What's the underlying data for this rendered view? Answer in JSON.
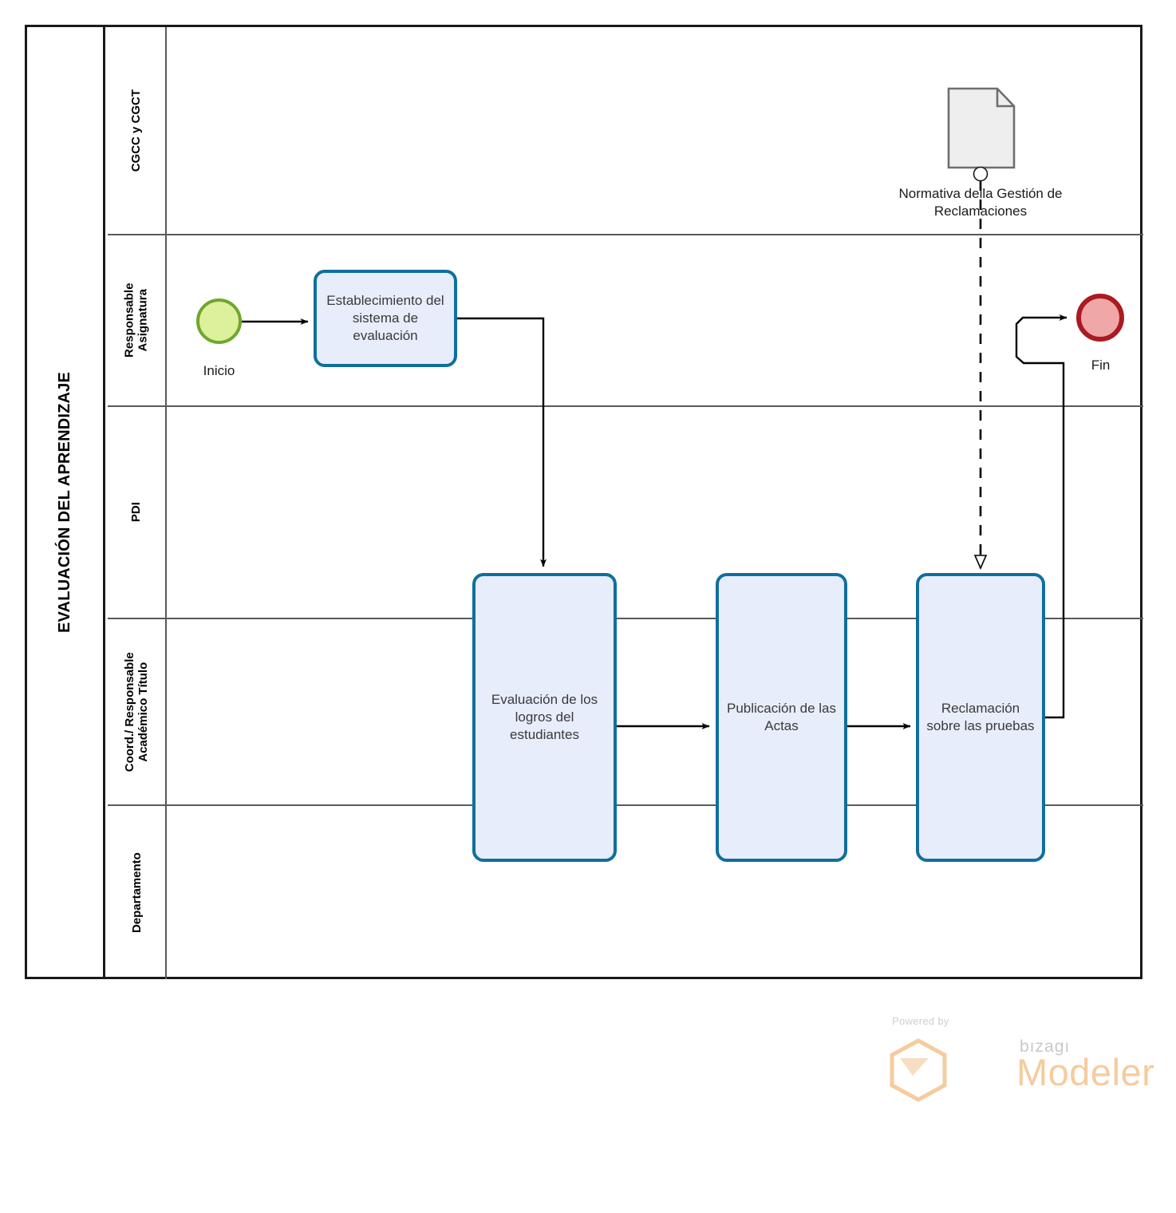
{
  "pool": {
    "title": "EVALUACIÓN DEL APRENDIZAJE",
    "lanes": [
      {
        "id": "cgcc",
        "label": "CGCC y CGCT"
      },
      {
        "id": "responsable-asignatura",
        "label_line1": "Responsable",
        "label_line2": "Asignatura"
      },
      {
        "id": "pdi",
        "label": "PDI"
      },
      {
        "id": "coord",
        "label_line1": "Coord./ Responsable",
        "label_line2": "Académico Título"
      },
      {
        "id": "departamento",
        "label": "Departamento"
      }
    ]
  },
  "events": {
    "start": {
      "name": "Inicio",
      "fill": "#ddf09c",
      "stroke": "#6fa72d"
    },
    "end": {
      "name": "Fin",
      "fill": "#f0a7a7",
      "stroke": "#ab1a21"
    }
  },
  "tasks": [
    {
      "id": "establecimiento",
      "label": "Establecimiento del sistema de evaluación",
      "lane": "responsable-asignatura"
    },
    {
      "id": "evaluacion-logros",
      "label": "Evaluación de los logros del estudiantes",
      "lane": "coord"
    },
    {
      "id": "publicacion-actas",
      "label": "Publicación de las Actas",
      "lane": "coord"
    },
    {
      "id": "reclamacion-pruebas",
      "label": "Reclamación sobre las pruebas",
      "lane": "coord"
    }
  ],
  "artifacts": [
    {
      "id": "normativa",
      "type": "data-object",
      "label": "Normativa della Gestión de Reclamaciones",
      "lane": "cgcc"
    }
  ],
  "flows": [
    {
      "from": "start",
      "to": "establecimiento",
      "type": "sequence"
    },
    {
      "from": "establecimiento",
      "to": "evaluacion-logros",
      "type": "sequence"
    },
    {
      "from": "evaluacion-logros",
      "to": "publicacion-actas",
      "type": "sequence"
    },
    {
      "from": "publicacion-actas",
      "to": "reclamacion-pruebas",
      "type": "sequence"
    },
    {
      "from": "reclamacion-pruebas",
      "to": "end",
      "type": "sequence"
    },
    {
      "from": "normativa",
      "to": "reclamacion-pruebas",
      "type": "association"
    }
  ],
  "colors": {
    "task_fill": "#e8edfb",
    "task_stroke": "#0f6f9e",
    "lane_stroke": "#595959",
    "pool_stroke": "#1a1a1a",
    "document_fill": "#eeeeee",
    "document_stroke": "#6e6e6e",
    "brand_orange": "#f6cb9d"
  },
  "branding": {
    "powered_by": "Powered by",
    "product_small": "bızagı",
    "product_large": "Modeler"
  }
}
